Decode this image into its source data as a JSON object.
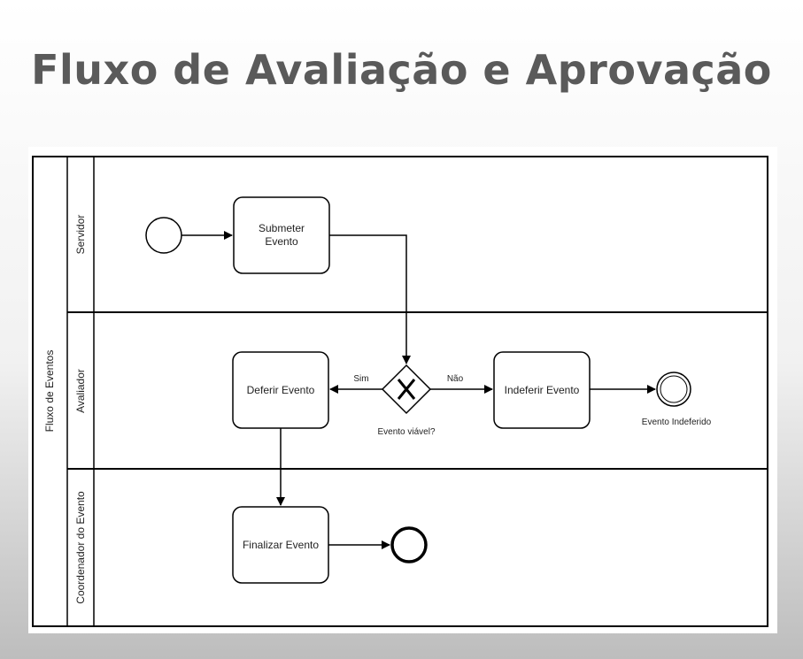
{
  "slide": {
    "title": "Fluxo de Avaliação e Aprovação"
  },
  "diagram": {
    "pool_label": "Fluxo de Eventos",
    "lanes": [
      {
        "label": "Servidor"
      },
      {
        "label": "Avaliador"
      },
      {
        "label": "Coordenador do Evento"
      }
    ],
    "tasks": {
      "submit_line1": "Submeter",
      "submit_line2": "Evento",
      "approve": "Deferir Evento",
      "reject": "Indeferir Evento",
      "finalize": "Finalizar Evento"
    },
    "gateway": {
      "label": "Evento viável?",
      "yes": "Sim",
      "no": "Não"
    },
    "end_rejected_label": "Evento Indeferido"
  }
}
